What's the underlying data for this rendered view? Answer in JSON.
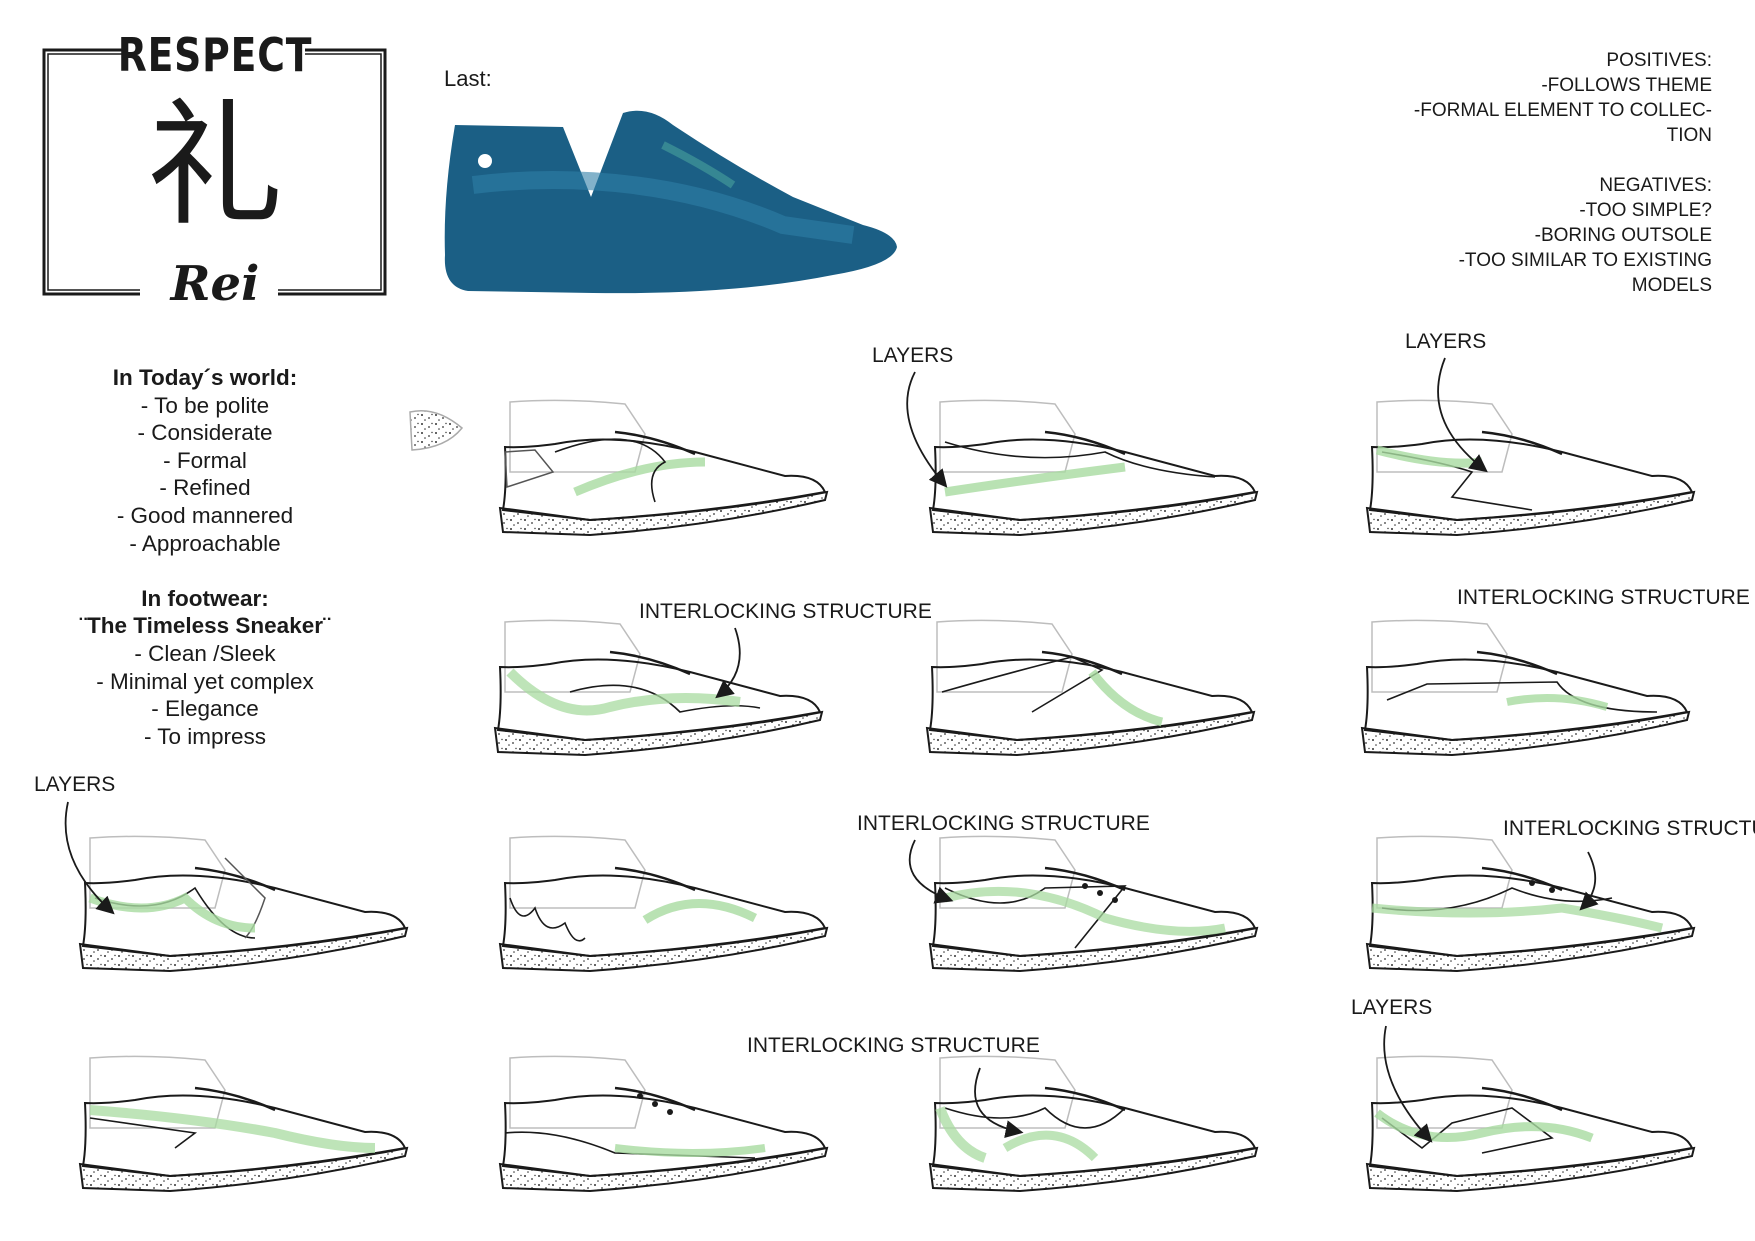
{
  "logo": {
    "top_word": "RESPECT",
    "kanji": "礼",
    "bottom_word": "Rei"
  },
  "last": {
    "label": "Last:",
    "color": "#1b5f85"
  },
  "review": {
    "positives": [
      "POSITIVES:",
      "-FOLLOWS THEME",
      "-FORMAL ELEMENT TO COLLEC-",
      "TION"
    ],
    "negatives": [
      "NEGATIVES:",
      "-TOO SIMPLE?",
      "-BORING OUTSOLE",
      "-TOO SIMILAR TO EXISTING",
      "MODELS"
    ]
  },
  "concept": {
    "today_heading": "In Today´s world:",
    "today_items": [
      "- To be polite",
      "- Considerate",
      "- Formal",
      "- Refined",
      "- Good mannered",
      "- Approachable"
    ],
    "footwear_heading": "In footwear:",
    "footwear_subheading": "¨The Timeless Sneaker¨",
    "footwear_items": [
      "-  Clean /Sleek",
      "- Minimal yet complex",
      "- Elegance",
      "- To impress"
    ]
  },
  "annotations": {
    "layers_1": "LAYERS",
    "layers_2": "LAYERS",
    "layers_3": "LAYERS",
    "layers_4": "LAYERS",
    "interlocking_1": "INTERLOCKING STRUCTURE",
    "interlocking_2": "INTERLOCKING STRUCTURE",
    "interlocking_3": "INTERLOCKING STRUCTURE",
    "interlocking_4": "INTERLOCKING STRUCTURE",
    "interlocking_5": "INTERLOCKING STRUCTURE"
  },
  "colors": {
    "accent_green": "#a8dba0",
    "ink": "#1a1a1a",
    "last_blue": "#1b5f85"
  }
}
